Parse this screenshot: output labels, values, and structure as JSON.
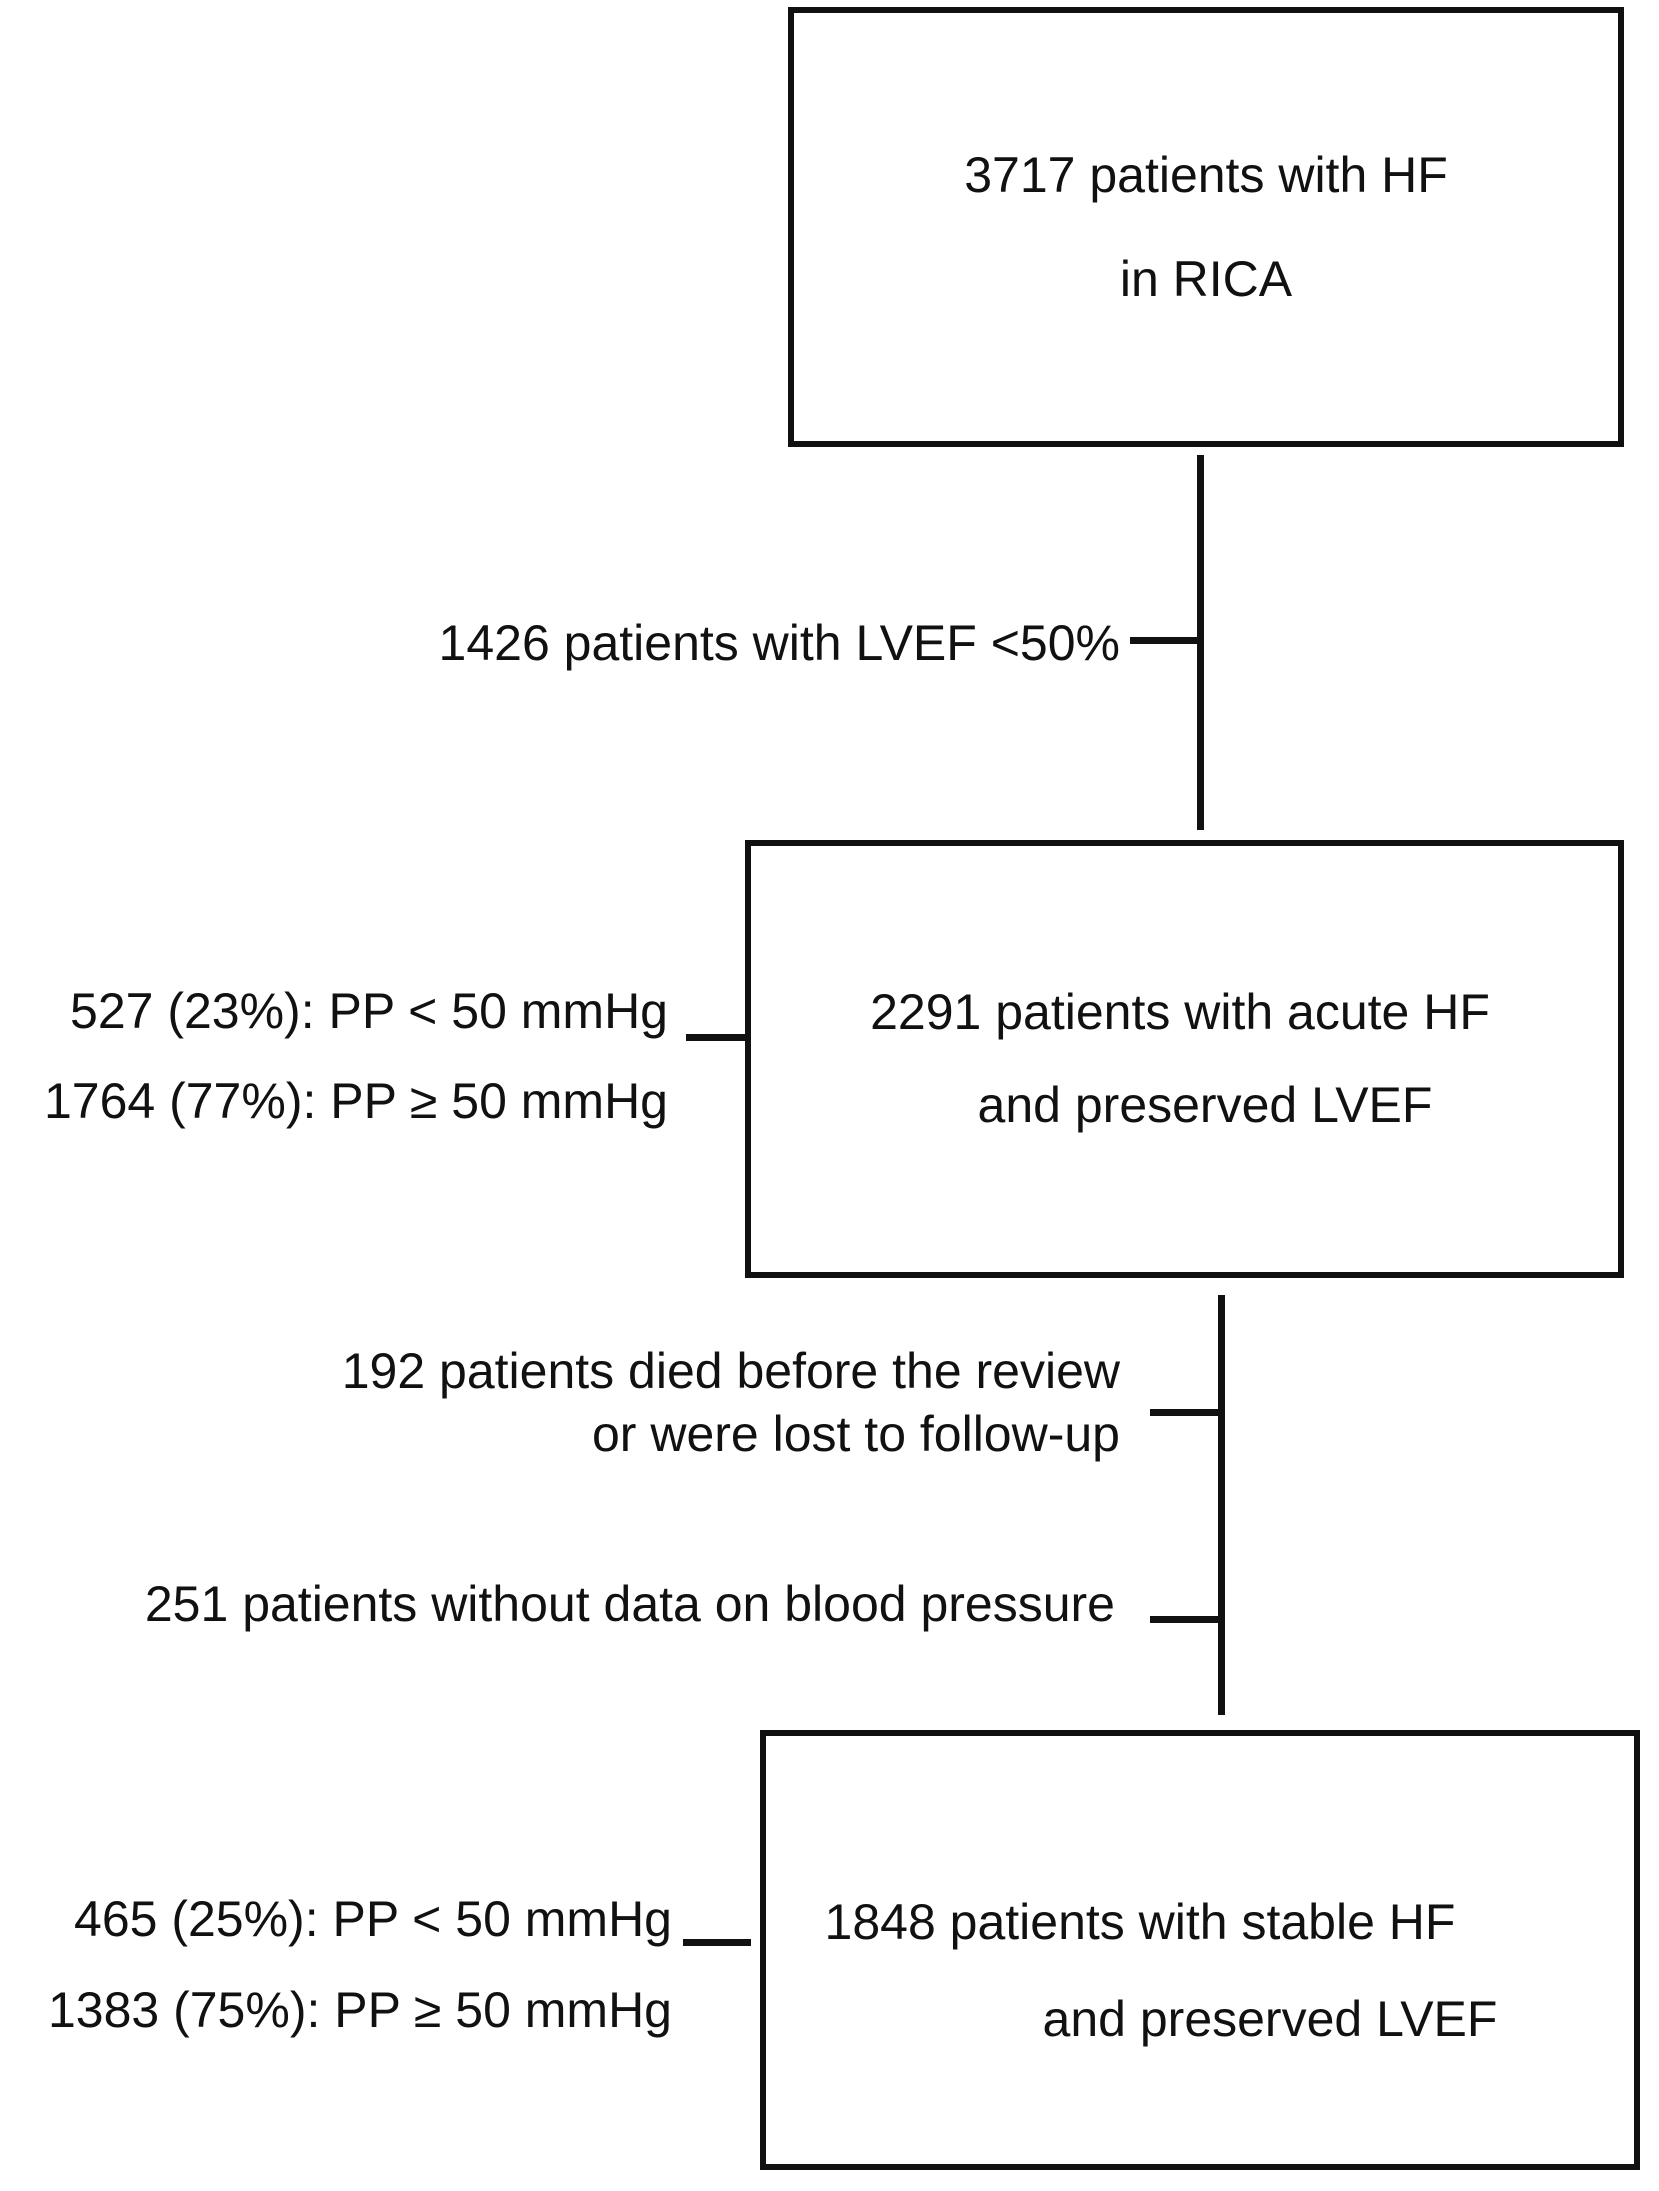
{
  "box1": {
    "line1": "3717 patients with HF",
    "line2": "in RICA"
  },
  "exclusion1": "1426 patients with LVEF <50%",
  "box2": {
    "line1": "2291 patients with acute HF",
    "line2": "and preserved LVEF"
  },
  "split2": {
    "low": "527 (23%): PP < 50 mmHg",
    "high": "1764 (77%): PP ≥ 50 mmHg"
  },
  "exclusion2": {
    "line1": "192 patients died before the review",
    "line2": "or were lost to follow-up"
  },
  "exclusion3": "251 patients without data on blood pressure",
  "box3": {
    "line1": "1848 patients with stable HF",
    "line2": "and preserved LVEF"
  },
  "split3": {
    "low": "465 (25%): PP < 50 mmHg",
    "high": "1383 (75%): PP ≥ 50 mmHg"
  }
}
